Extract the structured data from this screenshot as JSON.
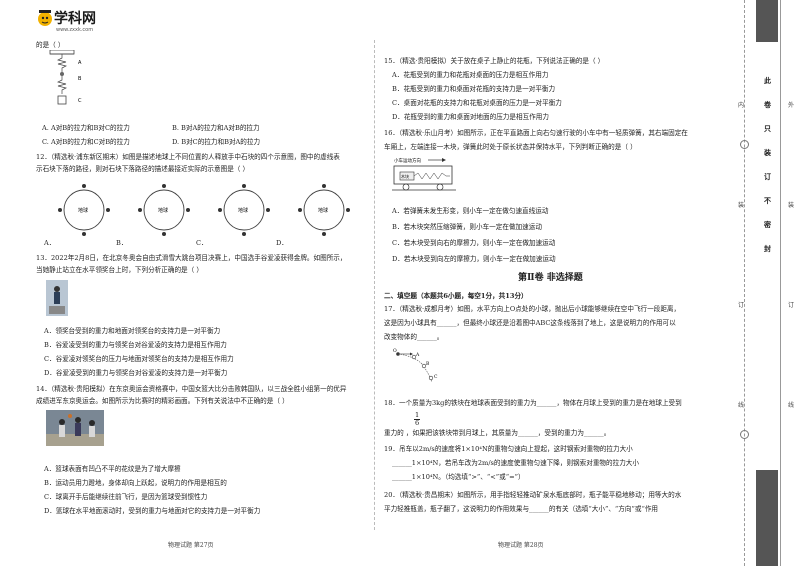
{
  "header": {
    "logo_text": "学科网",
    "logo_url": "www.zxxk.com"
  },
  "left": {
    "q_top_tail": "的是（      ）",
    "q_top_options": {
      "A": "A. A对B的拉力和B对C的拉力",
      "B": "B. B对A的拉力和A对B的拉力",
      "C": "C. A对B的拉力和C对B的拉力",
      "D": "D. B对C的拉力和B对A的拉力"
    },
    "spring_labels": [
      "A",
      "B",
      "C"
    ],
    "q12": {
      "line1": "12．（精选秋·浦东新区期末）如图是描述地球上不同位置的人释放手中石块的四个示意图，图中的虚线表",
      "line2": "示石块下落的路径，则对石块下落路径的描述最接近实际的示意图是（      ）",
      "globe_label": "地球",
      "options": [
        "A．",
        "B．",
        "C．",
        "D．"
      ]
    },
    "q13": {
      "line1": "13．2022年2月8日，在北京冬奥会自由式滑雪大跳台项目决赛上，中国选手谷爱凌获得金牌。如图所示，",
      "line2": "当她静止站立在水平领奖台上时，下列分析正确的是（      ）",
      "options": {
        "A": "A．领奖台受到的重力和地面对领奖台的支持力是一对平衡力",
        "B": "B．谷爱凌受到的重力与领奖台对谷爱凌的支持力是相互作用力",
        "C": "C．谷爱凌对领奖台的压力与地面对领奖台的支持力是相互作用力",
        "D": "D．谷爱凌受到的重力与领奖台对谷爱凌的支持力是一对平衡力"
      }
    },
    "q14": {
      "line1": "14．（精选秋·贵阳模拟）在东京奥运会资格赛中，中国女篮大比分击败韩国队，以三战全胜小组第一的优异",
      "line2": "成绩进军东京奥运会。如图所示为比赛时的精彩画面。下列有关说法中不正确的是（      ）",
      "options": {
        "A": "A．篮球表面有凹凸不平的花纹是为了增大摩擦",
        "B": "B．运动员用力蹬地，身体却向上跃起，说明力的作用是相互的",
        "C": "C．球离开手后能继续往前飞行，是因为篮球受到惯性力",
        "D": "D．篮球在水平地面滚动时，受到的重力与地面对它的支持力是一对平衡力"
      }
    },
    "footer": "物理试题      第27页"
  },
  "right": {
    "q15": {
      "line1": "15．（精选·贵阳模拟）关于放在桌子上静止的花瓶，下列说法正确的是（      ）",
      "options": {
        "A": "A．花瓶受到的重力和花瓶对桌面的压力是相互作用力",
        "B": "B．花瓶受到的重力和桌面对花瓶的支持力是一对平衡力",
        "C": "C．桌面对花瓶的支持力和花瓶对桌面的压力是一对平衡力",
        "D": "D．花瓶受到的重力和桌面对地面的压力是相互作用力"
      }
    },
    "q16": {
      "line1": "16．（精选秋·乐山月考）如图所示，正在平直路面上向右匀速行驶的小车中有一轻质弹簧，其右端固定在",
      "line2": "车厢上，左端连接一木块，弹簧此时处于原长状态并保持水平，下列判断正确的是（      ）",
      "figure_caption": "小车运动方向",
      "block_label": "木块",
      "options": {
        "A": "A．若弹簧未发生形变，则小车一定在做匀速直线运动",
        "B": "B．若木块突然压缩弹簧，则小车一定在做加速运动",
        "C": "C．若木块受到向右的摩擦力，则小车一定在做加速运动",
        "D": "D．若木块受到向左的摩擦力，则小车一定在做加速运动"
      }
    },
    "part2_title": "第Ⅱ卷    非选择题",
    "section2": "二、填空题（本题共6小题，每空1分，共13分）",
    "q17": {
      "line1": "17．（精选秋·成都月考）如图，水平方向上O点处的小球，抛出后小球能够继续在空中飞行一段距离，",
      "line2": "这是因为小球具有______，但最终小球还是沿着图中ABC这条线落到了地上，这是说明力的作用可以",
      "line3": "改变物体的______。",
      "points": [
        "O",
        "A",
        "B",
        "C"
      ]
    },
    "q18": {
      "line1": "18．一个质量为3kg的铁块在地球表面受到的重力为______，物体在月球上受到的重力是在地球上受到",
      "frac_num": "1",
      "frac_den": "6",
      "line2": "重力的    ，如果把该铁块带到月球上，其质量为______，受到的重力为______。"
    },
    "q19": {
      "line1": "19．吊车以2m/s的速度将1×10⁴N的重物匀速向上提起，这时钢索对重物的拉力大小",
      "line2": "______1×10⁴N，若吊车改为2m/s的速度使重物匀速下降，则钢索对重物的拉力大小",
      "line3": "______1×10⁴N。（均选填“>”、“<”或“=”）"
    },
    "q20": {
      "line1": "20．（精选秋·贵昌期末）如图所示，用手指轻轻推动矿泉水瓶底部时，瓶子能平稳地移动；用等大的水",
      "line2": "平力轻推瓶盖，瓶子翻了，这说明力的作用效果与______的有关（选填“大小”、“方向”或“作用"
    },
    "footer": "物理试题      第28页"
  },
  "binding": {
    "chars": [
      "此",
      "卷",
      "只",
      "装",
      "订",
      "不",
      "密",
      "封"
    ],
    "side_labels": [
      "内",
      "装",
      "订",
      "线",
      "外",
      "装",
      "订",
      "线"
    ]
  }
}
